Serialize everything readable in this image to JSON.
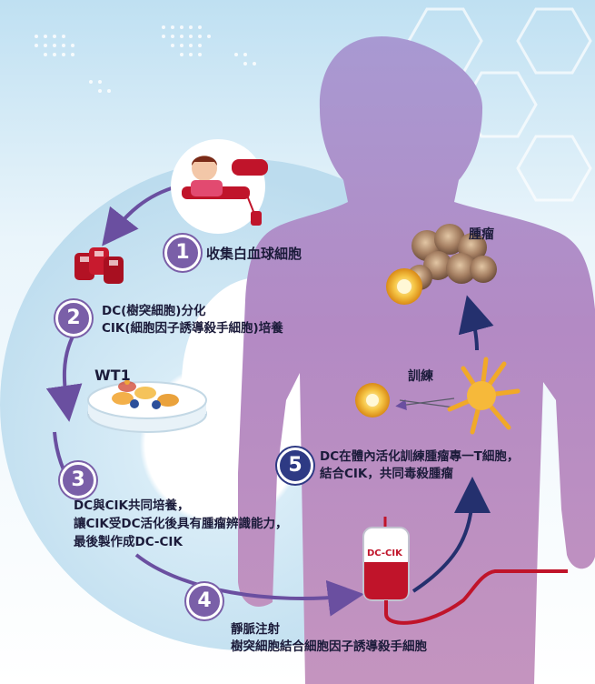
{
  "steps": [
    {
      "num": "1",
      "lines": [
        "收集白血球細胞"
      ]
    },
    {
      "num": "2",
      "lines": [
        "DC(樹突細胞)分化",
        "CIK(細胞因子誘導殺手細胞)培養"
      ]
    },
    {
      "num": "3",
      "lines": [
        "DC與CIK共同培養，",
        "讓CIK受DC活化後具有腫瘤辨識能力，",
        "最後製作成DC-CIK"
      ]
    },
    {
      "num": "4",
      "lines": [
        "靜脈注射",
        "樹突細胞結合細胞因子誘導殺手細胞"
      ]
    },
    {
      "num": "5",
      "lines": [
        "DC在體內活化訓練腫瘤專一T細胞，",
        "結合CIK，共同毒殺腫瘤"
      ]
    }
  ],
  "labels": {
    "tumor": "腫瘤",
    "training": "訓練",
    "wt1": "WT1",
    "iv_bag": "DC-CIK"
  },
  "icons": {
    "blood_donor": "blood-donor-icon",
    "blood_bags": "blood-bag-icon",
    "petri_dish": "petri-dish-icon",
    "iv_bag": "iv-bag-icon",
    "dendritic_cell": "dendritic-cell-icon",
    "t_cell": "t-cell-icon",
    "tumor_cluster": "tumor-cluster-icon"
  },
  "colors": {
    "body": "#b48bc2",
    "cycle": "#cfe6f3",
    "step_badge": "#7a5fa8",
    "step_badge_5": "#2e3a84",
    "arrow": "#6a4fa0",
    "iv_red": "#c0142a"
  }
}
